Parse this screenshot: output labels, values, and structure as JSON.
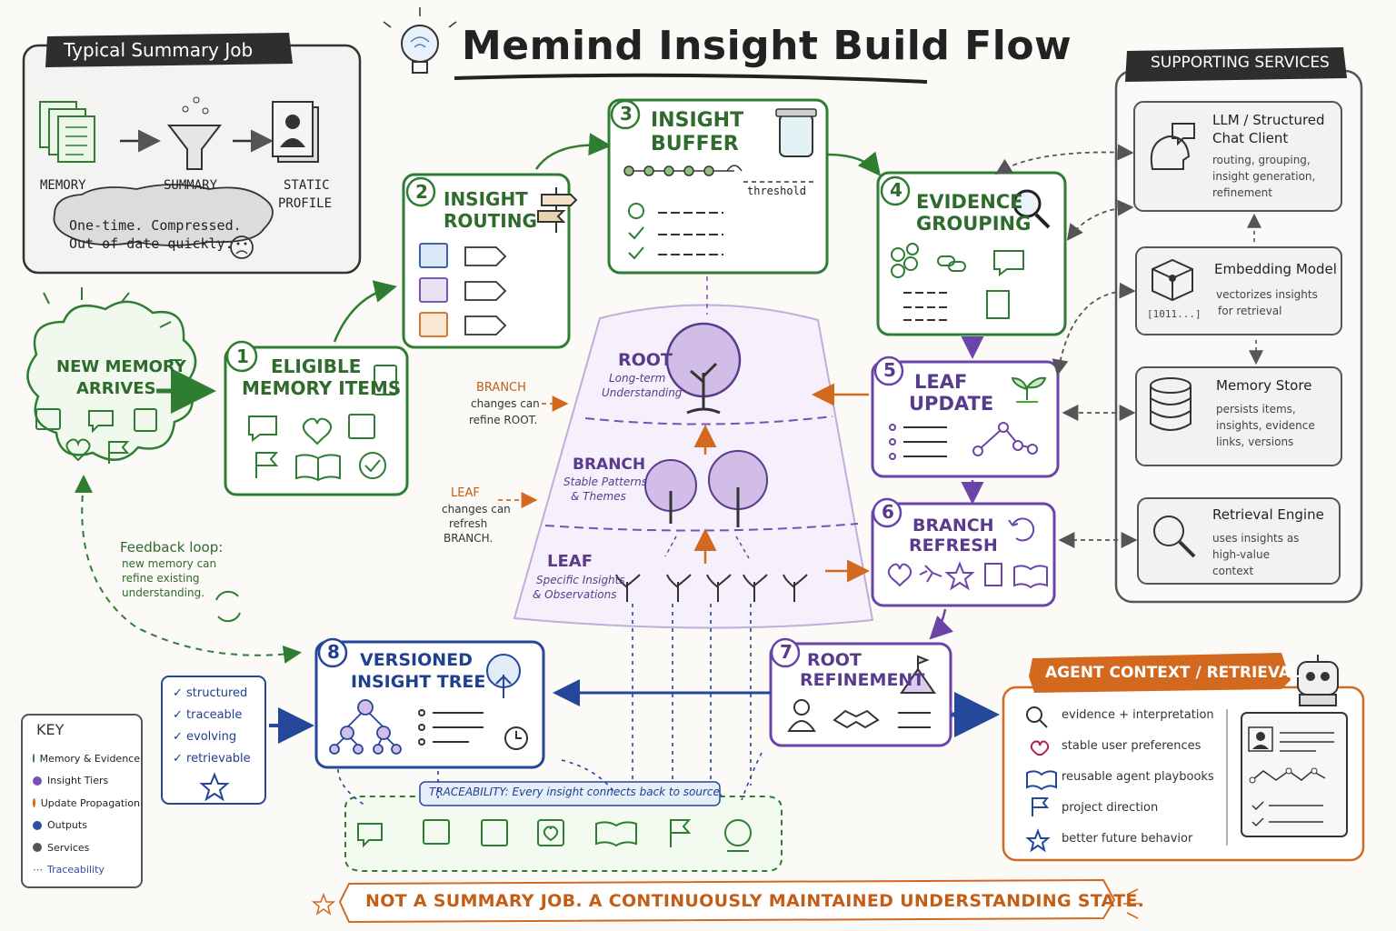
{
  "title": "Memind Insight Build Flow",
  "summary_job": {
    "banner": "Typical Summary Job",
    "memory": "MEMORY",
    "summary": "SUMMARY",
    "static_profile": [
      "STATIC",
      "PROFILE"
    ],
    "note": [
      "One-time. Compressed.",
      "Out of date quickly."
    ]
  },
  "new_memory": [
    "NEW MEMORY",
    "ARRIVES"
  ],
  "steps": {
    "s1": {
      "num": "1",
      "title": [
        "ELIGIBLE",
        "MEMORY ITEMS"
      ]
    },
    "s2": {
      "num": "2",
      "title": [
        "INSIGHT",
        "ROUTING"
      ]
    },
    "s3": {
      "num": "3",
      "title": [
        "INSIGHT",
        "BUFFER"
      ],
      "threshold": "threshold"
    },
    "s4": {
      "num": "4",
      "title": [
        "EVIDENCE",
        "GROUPING"
      ]
    },
    "s5": {
      "num": "5",
      "title": [
        "LEAF",
        "UPDATE"
      ]
    },
    "s6": {
      "num": "6",
      "title": [
        "BRANCH",
        "REFRESH"
      ]
    },
    "s7": {
      "num": "7",
      "title": [
        "ROOT",
        "REFINEMENT"
      ]
    },
    "s8": {
      "num": "8",
      "title": [
        "VERSIONED",
        "INSIGHT TREE"
      ]
    }
  },
  "tree": {
    "root": {
      "title": "ROOT",
      "sub": [
        "Long-term",
        "Understanding"
      ]
    },
    "branch": {
      "title": "BRANCH",
      "sub": [
        "Stable Patterns",
        "& Themes"
      ]
    },
    "leaf": {
      "title": "LEAF",
      "sub": [
        "Specific Insights",
        "& Observations"
      ]
    },
    "branch_note": {
      "head": "BRANCH",
      "lines": [
        "changes can",
        "refine ROOT."
      ]
    },
    "leaf_note": {
      "head": "LEAF",
      "lines": [
        "changes can",
        "refresh",
        "BRANCH."
      ]
    }
  },
  "feedback": {
    "head": "Feedback loop:",
    "lines": [
      "new memory can",
      "refine existing",
      "understanding."
    ]
  },
  "qualities": [
    "structured",
    "traceable",
    "evolving",
    "retrievable"
  ],
  "key": {
    "title": "KEY",
    "items": [
      {
        "label": "Memory & Evidence",
        "color": "#2e7d32"
      },
      {
        "label": "Insight Tiers",
        "color": "#7b4fb8"
      },
      {
        "label": "Update Propagation",
        "color": "#d2691e"
      },
      {
        "label": "Outputs",
        "color": "#2c4fa0"
      },
      {
        "label": "Services",
        "color": "#555555"
      },
      {
        "label": "Traceability",
        "color": "#2c4fa0"
      }
    ]
  },
  "traceability": "TRACEABILITY: Every insight connects back to source.",
  "services": {
    "banner": "SUPPORTING SERVICES",
    "items": [
      {
        "title": [
          "LLM / Structured",
          "Chat Client"
        ],
        "desc": [
          "routing, grouping,",
          "insight generation,",
          "refinement"
        ]
      },
      {
        "title": [
          "Embedding Model"
        ],
        "desc": [
          "vectorizes insights",
          "for retrieval"
        ],
        "code": "[1011...]"
      },
      {
        "title": [
          "Memory Store"
        ],
        "desc": [
          "persists items,",
          "insights, evidence",
          "links, versions"
        ]
      },
      {
        "title": [
          "Retrieval Engine"
        ],
        "desc": [
          "uses insights as",
          "high-value",
          "context"
        ]
      }
    ]
  },
  "agent": {
    "banner": "AGENT CONTEXT / RETRIEVAL",
    "items": [
      "evidence + interpretation",
      "stable user preferences",
      "reusable agent playbooks",
      "project direction",
      "better future behavior"
    ]
  },
  "footer": "NOT A SUMMARY JOB. A CONTINUOUSLY MAINTAINED UNDERSTANDING STATE.",
  "colors": {
    "green": "#2e7d32",
    "purple": "#6a44a8",
    "orange": "#d2691e",
    "blue": "#24479a",
    "gray": "#555555",
    "dark": "#2b2b2b"
  }
}
